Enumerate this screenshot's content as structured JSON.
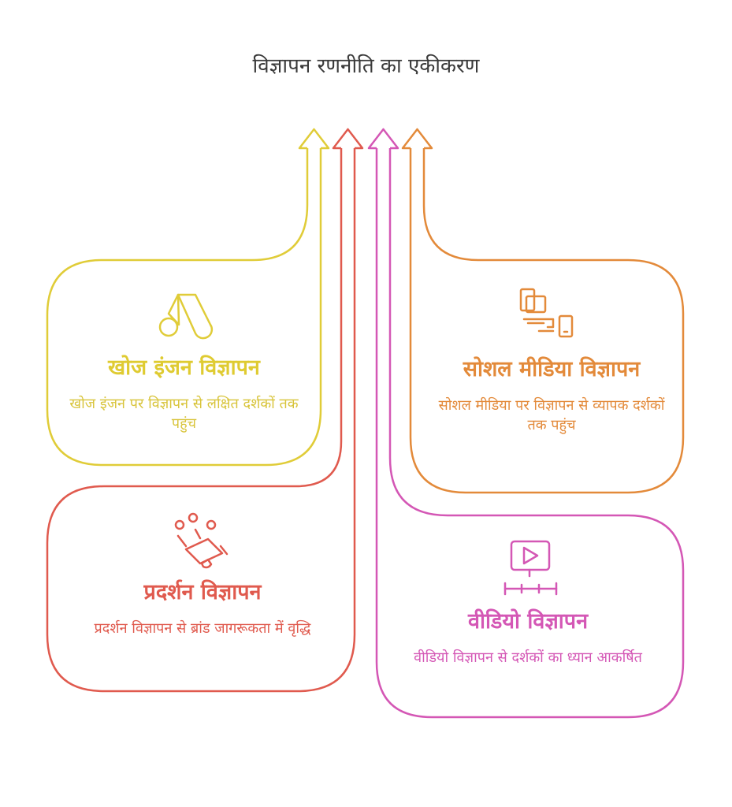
{
  "title": "विज्ञापन रणनीति का एकीकरण",
  "colors": {
    "search": "#e0cc38",
    "display": "#e05a4e",
    "social": "#e38a3a",
    "video": "#d457b5"
  },
  "cards": {
    "search": {
      "title": "खोज इंजन विज्ञापन",
      "description": "खोज इंजन पर विज्ञापन से लक्षित दर्शकों तक पहुंच",
      "icon": "google-ads-icon"
    },
    "display": {
      "title": "प्रदर्शन विज्ञापन",
      "description": "प्रदर्शन विज्ञापन से ब्रांड जागरूकता में वृद्धि",
      "icon": "megaphone-icon"
    },
    "social": {
      "title": "सोशल मीडिया विज्ञापन",
      "description": "सोशल मीडिया पर विज्ञापन से व्यापक दर्शकों तक पहुंच",
      "icon": "devices-icon"
    },
    "video": {
      "title": "वीडियो विज्ञापन",
      "description": "वीडियो विज्ञापन से दर्शकों का ध्यान आकर्षित",
      "icon": "video-play-icon"
    }
  }
}
